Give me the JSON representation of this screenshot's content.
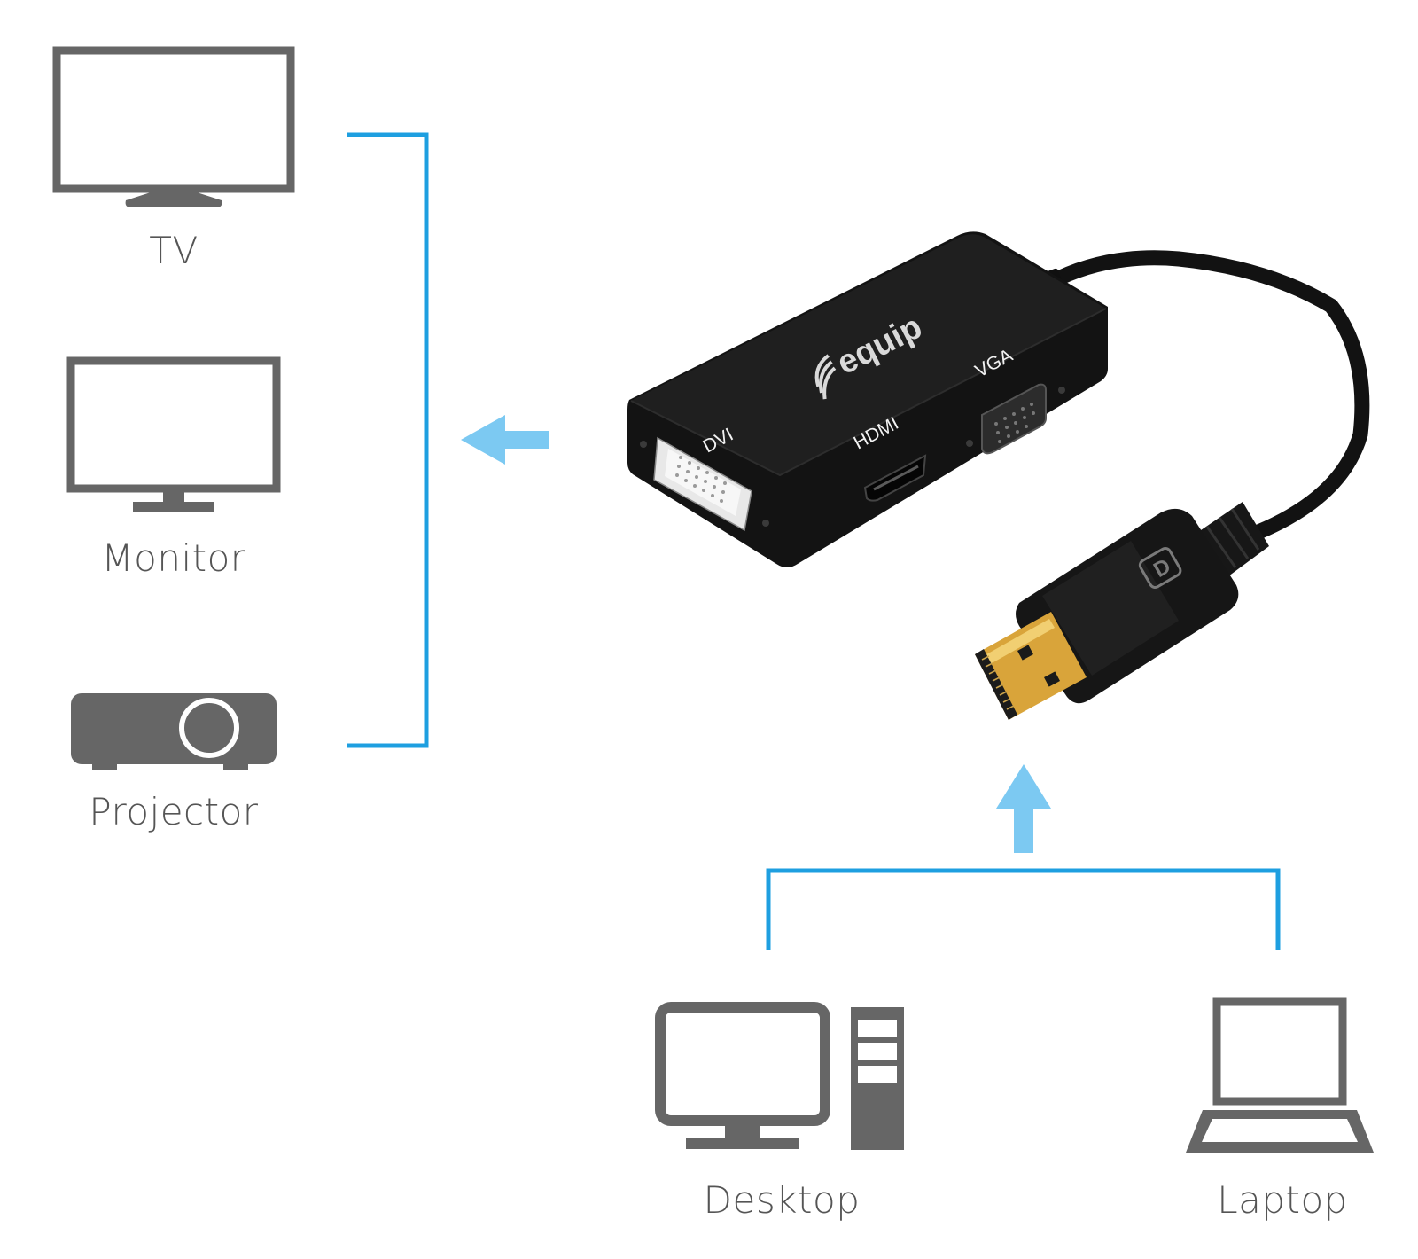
{
  "output_devices": {
    "tv_label": "TV",
    "monitor_label": "Monitor",
    "projector_label": "Projector"
  },
  "input_devices": {
    "desktop_label": "Desktop",
    "laptop_label": "Laptop"
  },
  "adapter": {
    "brand": "equip",
    "ports": {
      "dvi": "DVI",
      "hdmi": "HDMI",
      "vga": "VGA"
    },
    "plug_logo": "D"
  },
  "colors": {
    "icon_gray": "#666666",
    "bracket_blue": "#1e9fe0",
    "arrow_blue": "#7cc9f2",
    "adapter_body": "#141414",
    "plug_gold": "#d9a43a"
  }
}
